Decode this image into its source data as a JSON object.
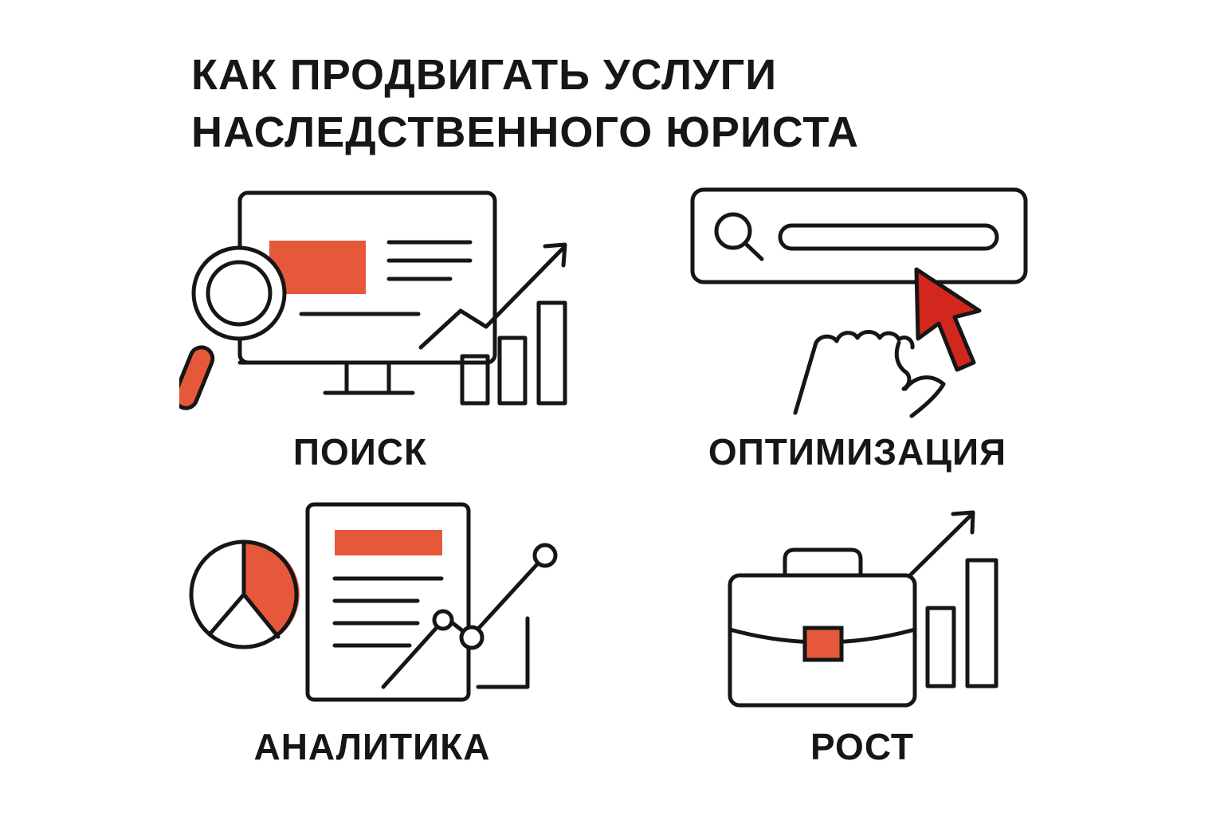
{
  "title": {
    "line1": "КАК ПРОДВИГАТЬ УСЛУГИ",
    "line2": "НАСЛЕДСТВЕННОГО ЮРИСТА"
  },
  "accent_color": "#E5593A",
  "cursor_color": "#D3261D",
  "ink_color": "#161616",
  "cards": [
    {
      "label": "ПОИСК",
      "icon": "monitor-search-growth-icon"
    },
    {
      "label": "ОПТИМИЗАЦИЯ",
      "icon": "search-bar-cursor-icon"
    },
    {
      "label": "АНАЛИТИКА",
      "icon": "report-pie-chart-icon"
    },
    {
      "label": "РОСТ",
      "icon": "briefcase-growth-icon"
    }
  ]
}
